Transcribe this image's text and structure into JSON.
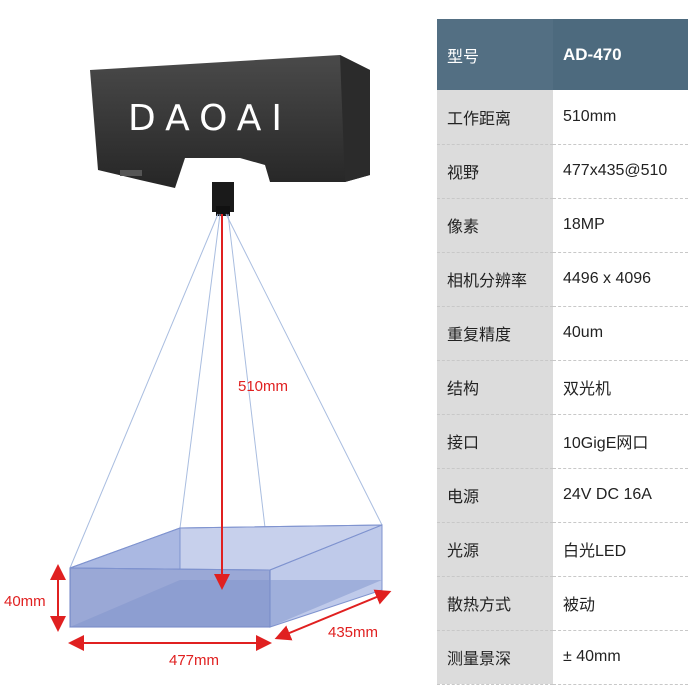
{
  "camera": {
    "logo_text": "DAOAI"
  },
  "dimensions": {
    "distance": "510mm",
    "height": "40mm",
    "width": "477mm",
    "depth": "435mm"
  },
  "colors": {
    "camera_body": "#3a3a3a",
    "header_bg": "#536f83",
    "key_bg": "#dcdcdc",
    "dimension_red": "#e02020",
    "box_fill": "#9aa8d6",
    "fov_line": "#a9bde0"
  },
  "specs": {
    "header": {
      "key": "型号",
      "value": "AD-470"
    },
    "rows": [
      {
        "key": "工作距离",
        "value": "510mm"
      },
      {
        "key": "视野",
        "value": "477x435@510"
      },
      {
        "key": "像素",
        "value": "18MP"
      },
      {
        "key": "相机分辨率",
        "value": "4496 x 4096"
      },
      {
        "key": "重复精度",
        "value": "40um"
      },
      {
        "key": "结构",
        "value": "双光机"
      },
      {
        "key": "接口",
        "value": "10GigE网口"
      },
      {
        "key": "电源",
        "value": "24V DC 16A"
      },
      {
        "key": "光源",
        "value": "白光LED"
      },
      {
        "key": "散热方式",
        "value": "被动"
      },
      {
        "key": "测量景深",
        "value": "± 40mm"
      }
    ]
  }
}
